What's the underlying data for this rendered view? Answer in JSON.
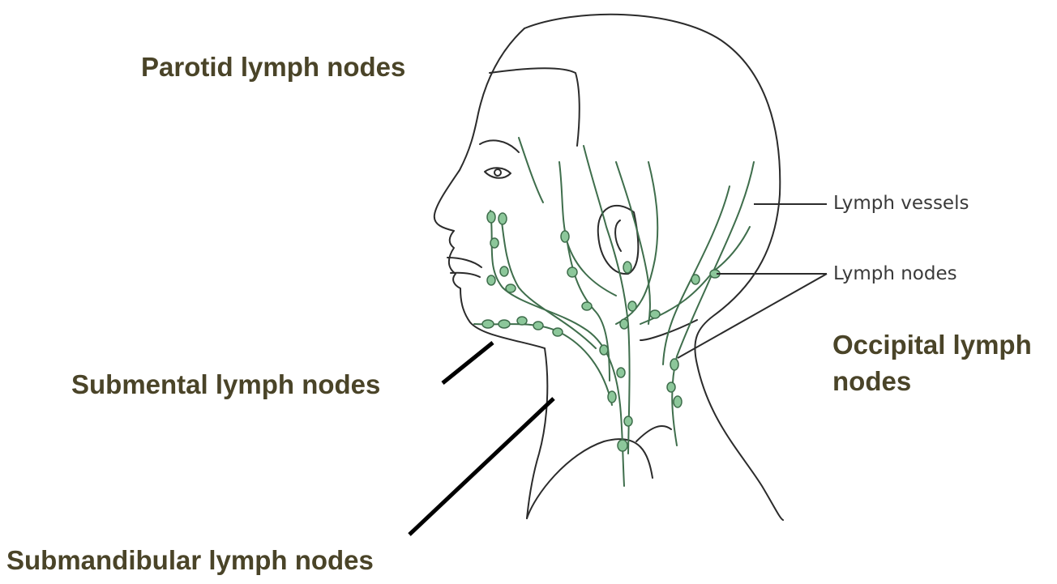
{
  "labels": {
    "parotid": "Parotid lymph nodes",
    "submental": "Submental lymph nodes",
    "submandibular": "Submandibular lymph nodes",
    "occipital": "Occipital lymph nodes",
    "lymph_vessels": "Lymph vessels",
    "lymph_nodes": "Lymph nodes"
  },
  "colors": {
    "bold_label": "#4a4428",
    "thin_label": "#3a3a3a",
    "outline": "#2b2b2b",
    "vessel": "#3f6e4c",
    "node_fill": "#8cc79a",
    "pointer": "#000000"
  }
}
